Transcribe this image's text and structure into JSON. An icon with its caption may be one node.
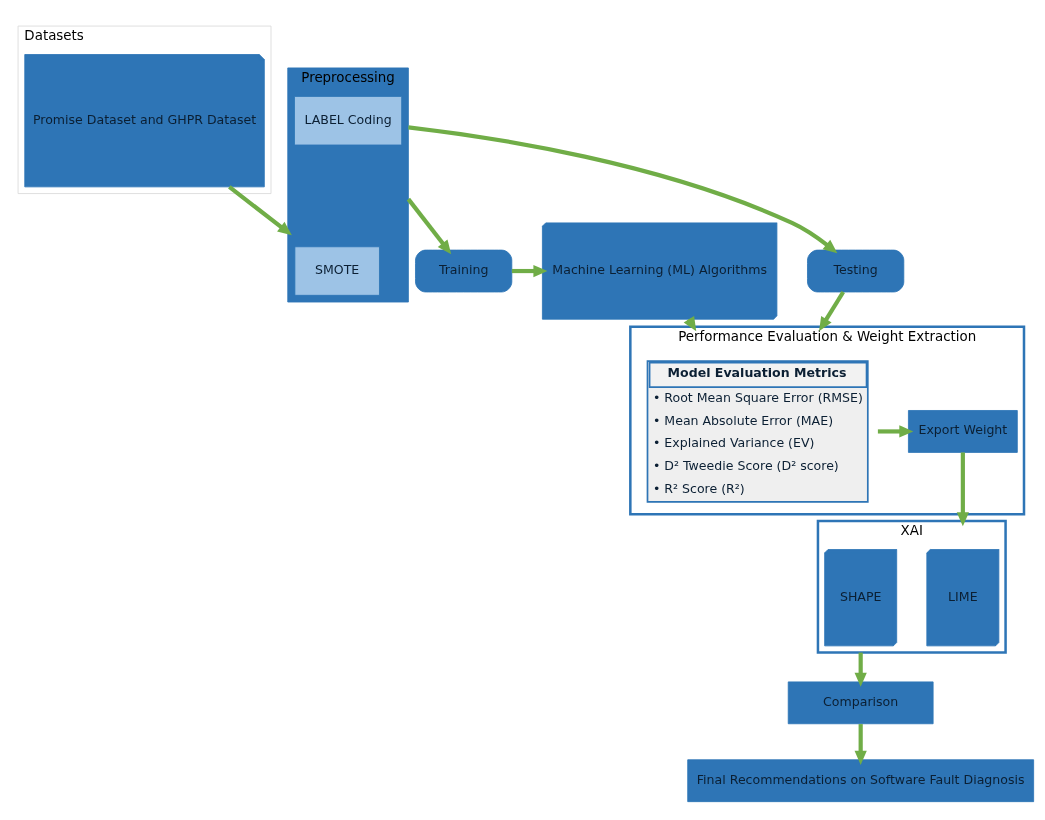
{
  "diagram": {
    "nodes": [
      {
        "text": [
          "Datasets"
        ]
      },
      {
        "text": [
          "Promise Dataset and GHPR Dataset"
        ],
        "in": 0
      },
      {
        "text": [
          "Preprocessing"
        ]
      },
      {
        "text": [
          "SMOTE"
        ],
        "in": 2
      },
      {
        "text": [
          "LABEL Coding"
        ],
        "in": 2
      },
      {
        "text": [
          "Training"
        ]
      },
      {
        "text": [
          "Testing"
        ]
      },
      {
        "text": [
          "Machine Learning (ML) Algorithms"
        ]
      },
      {
        "text": [
          "Performance Evaluation & Weight Extraction"
        ]
      },
      {
        "text": [
          "Model Evaluation Metrics",
          "• Root Mean Square Error (RMSE)",
          "• Mean Absolute Error (MAE)",
          "• Explained Variance (EV)",
          "• D² Tweedie Score (D² score)",
          "• R² Score (R²)"
        ],
        "in": 8
      },
      {
        "text": [
          "Export Weight"
        ],
        "in": 8
      },
      {
        "text": [
          "XAI"
        ]
      },
      {
        "text": [
          "LIME"
        ],
        "in": 11
      },
      {
        "text": [
          "SHAPE"
        ],
        "in": 11
      },
      {
        "text": [
          "Comparison"
        ]
      },
      {
        "text": [
          "Final Recommendations on Software Fault Diagnosis"
        ]
      }
    ],
    "edges": [
      {
        "from": 1,
        "to": 2,
        "arrow": "to"
      },
      {
        "from": 2,
        "to": 5,
        "arrow": "to"
      },
      {
        "from": 2,
        "to": 6,
        "arrow": "to"
      },
      {
        "from": 5,
        "to": 7,
        "arrow": "to"
      },
      {
        "from": 6,
        "to": 8,
        "arrow": "to"
      },
      {
        "from": 7,
        "to": 8,
        "arrow": "to"
      },
      {
        "from": 9,
        "to": 10,
        "arrow": "to"
      },
      {
        "from": 10,
        "to": 11,
        "arrow": "to"
      },
      {
        "from": 11,
        "to": 14,
        "arrow": "to"
      },
      {
        "from": 14,
        "to": 15,
        "arrow": "to"
      }
    ]
  }
}
